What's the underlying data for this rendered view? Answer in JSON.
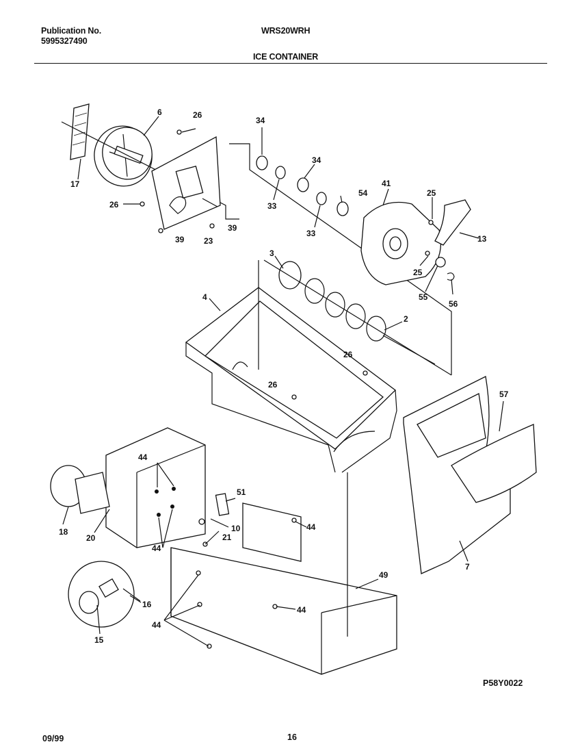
{
  "header": {
    "publication_label": "Publication No.",
    "publication_number": "5995327490",
    "model": "WRS20WRH",
    "section_title": "ICE CONTAINER"
  },
  "footer": {
    "date": "09/99",
    "page": "16",
    "drawing_code": "P58Y0022"
  },
  "callouts": [
    "6",
    "26",
    "34",
    "34",
    "17",
    "26",
    "23",
    "39",
    "39",
    "33",
    "33",
    "54",
    "41",
    "25",
    "13",
    "3",
    "4",
    "2",
    "25",
    "55",
    "56",
    "26",
    "26",
    "57",
    "44",
    "51",
    "44",
    "18",
    "20",
    "44",
    "10",
    "21",
    "49",
    "7",
    "16",
    "44",
    "15",
    "44"
  ]
}
